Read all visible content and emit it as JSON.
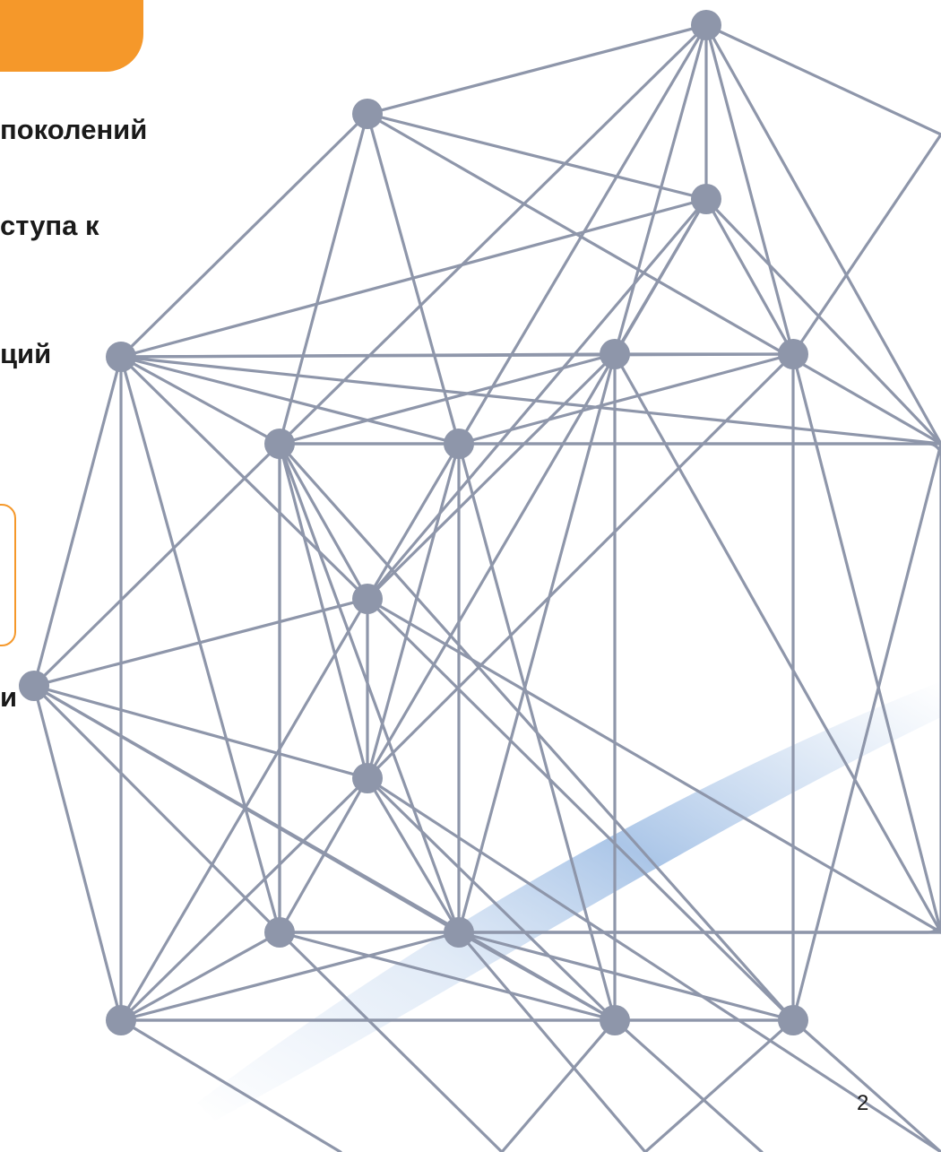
{
  "slide": {
    "text_lines": [
      "поколений",
      "ступа к",
      "ций",
      "и"
    ],
    "page_number": "2"
  },
  "colors": {
    "accent": "#f5982a",
    "network_line": "#8e96aa",
    "network_node": "#8e96aa",
    "highlight": "#a9c5e8",
    "text": "#1a1a1a"
  }
}
